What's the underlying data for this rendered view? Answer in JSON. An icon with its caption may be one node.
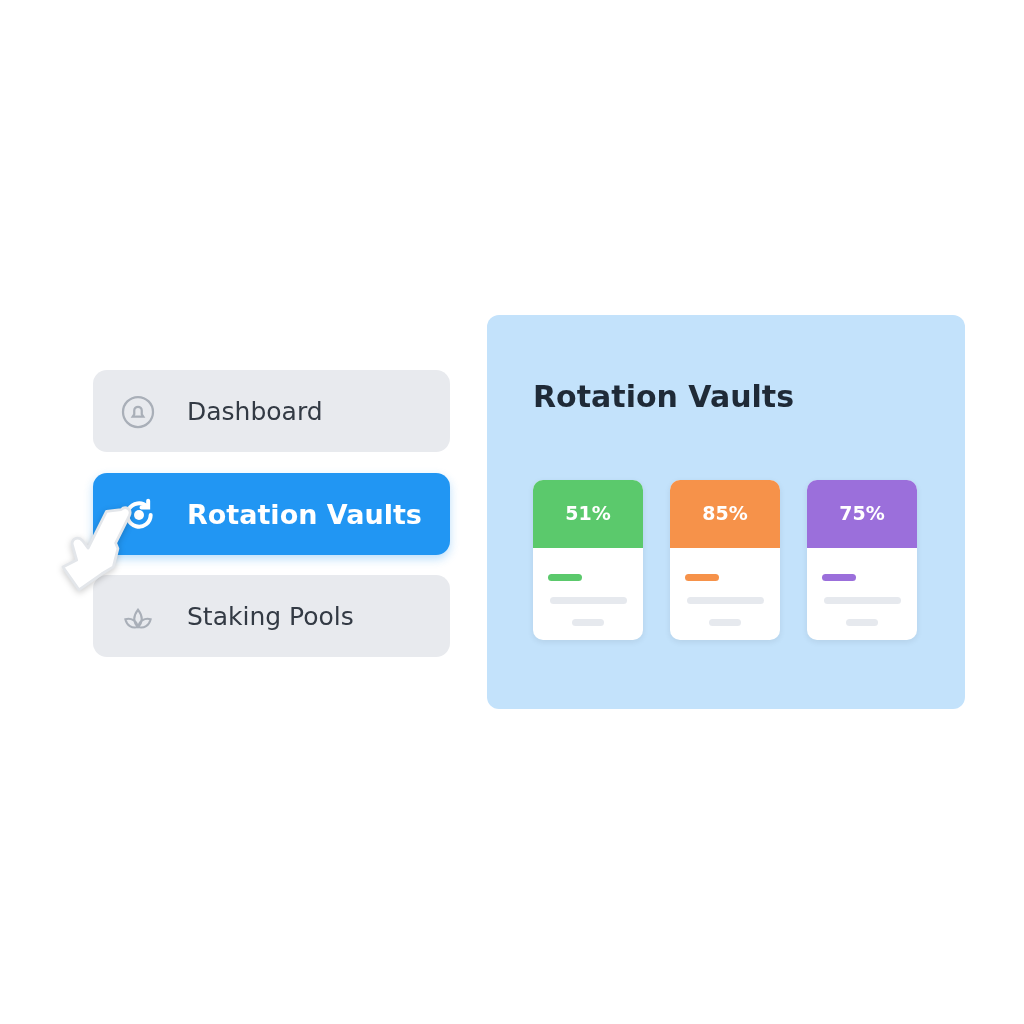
{
  "diagram": {
    "nodes": [
      {
        "text": [
          "Dashboard"
        ]
      },
      {
        "text": [
          "Rotation Vaults"
        ]
      },
      {
        "text": [
          "Staking Pools"
        ]
      },
      {
        "text": [
          "Rotation Vaults"
        ]
      },
      {
        "text": [
          "51%"
        ],
        "in": 3
      },
      {
        "text": [
          "85%"
        ],
        "in": 3
      },
      {
        "text": [
          "75%"
        ],
        "in": 3
      }
    ],
    "edges": []
  }
}
